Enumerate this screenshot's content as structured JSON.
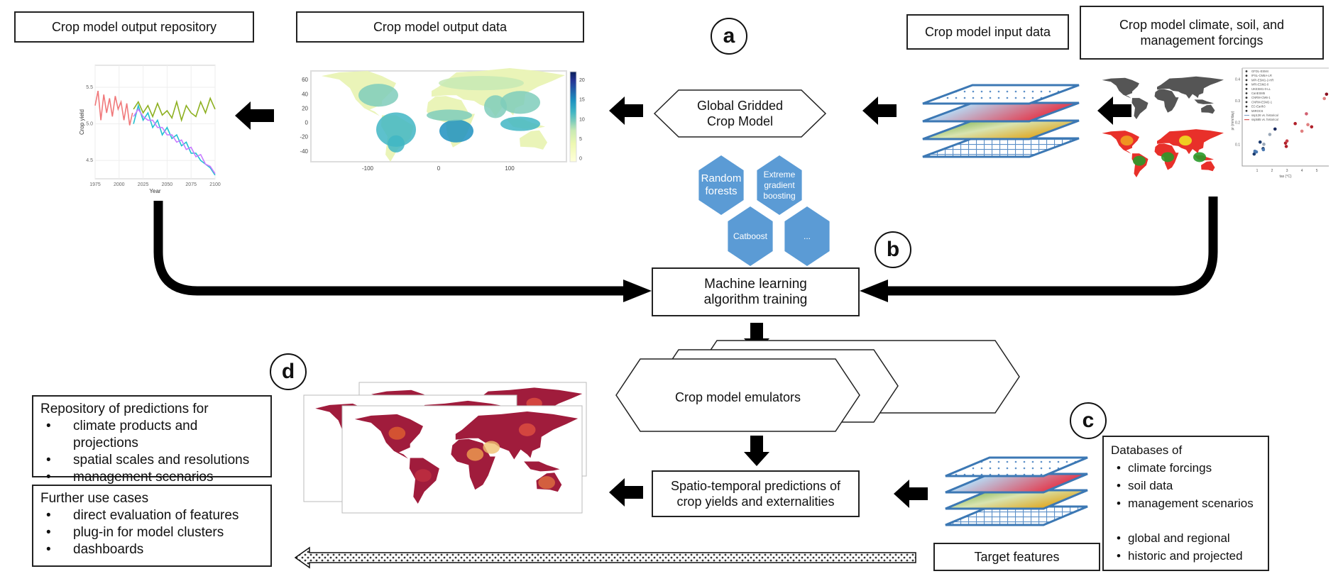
{
  "labels": {
    "output_repository": "Crop model output repository",
    "output_data": "Crop model output data",
    "input_data": "Crop model input data",
    "forcings": "Crop model climate, soil, and management forcings",
    "gggm_line1": "Global Gridded",
    "gggm_line2": "Crop Model",
    "ml_line1": "Machine learning",
    "ml_line2": "algorithm training",
    "emulators": "Crop model emulators",
    "pred_line1": "Spatio-temporal predictions of",
    "pred_line2": "crop yields and externalities",
    "target_features": "Target features",
    "panel_a": "a",
    "panel_b": "b",
    "panel_c": "c",
    "panel_d": "d"
  },
  "algorithms": [
    "Random forests",
    "Extreme gradient boosting",
    "Catboost",
    "..."
  ],
  "repository_box": {
    "title": "Repository of predictions for",
    "items": [
      "climate products and projections",
      "spatial scales and resolutions",
      "management scenarios"
    ]
  },
  "use_cases_box": {
    "title": "Further use cases",
    "items": [
      "direct evaluation of features",
      "plug-in for model clusters",
      "dashboards"
    ]
  },
  "databases_box": {
    "title": "Databases of",
    "items": [
      "climate forcings",
      "soil data",
      "management scenarios",
      "global and regional",
      "historic and projected"
    ]
  },
  "colors": {
    "hexagon_blue": "#5b9bd5",
    "layer_outline": "#3c78b4",
    "arrow": "#000000",
    "historical": "#f0787a",
    "green_series": "#8db020",
    "cyan_series": "#22c0d0",
    "purple_series": "#c77cff"
  },
  "chart_data": [
    {
      "type": "line",
      "xlabel": "Year",
      "ylabel": "Crop yield",
      "xticks": [
        1975,
        2000,
        2025,
        2050,
        2075,
        2100
      ],
      "yticks": [
        4.5,
        5.0,
        5.5
      ],
      "xlim": [
        1975,
        2100
      ],
      "ylim": [
        4.25,
        5.8
      ],
      "grid": true,
      "series": [
        {
          "color": "#f0787a",
          "x": [
            1975,
            1978,
            1981,
            1984,
            1987,
            1990,
            1993,
            1996,
            1999,
            2002,
            2005,
            2008,
            2011,
            2014
          ],
          "values": [
            5.25,
            5.45,
            5.05,
            5.4,
            5.15,
            5.35,
            5.1,
            5.38,
            5.2,
            5.3,
            5.05,
            5.28,
            4.98,
            5.15
          ]
        },
        {
          "color": "#8db020",
          "x": [
            2015,
            2020,
            2025,
            2030,
            2035,
            2040,
            2045,
            2050,
            2055,
            2060,
            2065,
            2070,
            2075,
            2080,
            2085,
            2090,
            2095,
            2100
          ],
          "values": [
            5.2,
            5.3,
            5.15,
            5.25,
            5.1,
            5.28,
            5.12,
            5.18,
            5.08,
            5.3,
            5.05,
            5.25,
            5.15,
            5.1,
            5.3,
            5.15,
            5.35,
            5.2
          ]
        },
        {
          "color": "#22c0d0",
          "x": [
            2015,
            2020,
            2025,
            2030,
            2035,
            2040,
            2045,
            2050,
            2055,
            2060,
            2065,
            2070,
            2075,
            2080,
            2085,
            2090,
            2095,
            2100
          ],
          "values": [
            5.0,
            5.25,
            5.05,
            5.15,
            4.95,
            5.05,
            4.85,
            4.95,
            4.8,
            4.85,
            4.7,
            4.75,
            4.6,
            4.6,
            4.5,
            4.45,
            4.4,
            4.3
          ]
        },
        {
          "color": "#c77cff",
          "x": [
            2015,
            2020,
            2025,
            2030,
            2035,
            2040,
            2045,
            2050,
            2055,
            2060,
            2065,
            2070,
            2075,
            2080,
            2085,
            2090,
            2095,
            2100
          ],
          "values": [
            5.1,
            5.2,
            5.1,
            5.05,
            5.05,
            4.95,
            4.95,
            4.85,
            4.85,
            4.75,
            4.78,
            4.65,
            4.68,
            4.55,
            4.58,
            4.45,
            4.42,
            4.32
          ]
        }
      ]
    },
    {
      "type": "heatmap",
      "xticks": [
        -100,
        0,
        100
      ],
      "yticks": [
        60,
        40,
        20,
        0,
        -20,
        -40
      ],
      "colorbar_ticks": [
        0,
        5,
        10,
        15,
        20
      ],
      "colorbar_range": [
        -1,
        22
      ],
      "colorscale": [
        "#ffffd9",
        "#edf8b1",
        "#c7e9b4",
        "#7fcdbb",
        "#41b6c4",
        "#1d91c0",
        "#225ea8",
        "#253494",
        "#081d58"
      ]
    },
    {
      "type": "scatter",
      "xlabel": "tas (°C)",
      "ylabel": "pr (mm/day)",
      "xticks": [
        1,
        2,
        3,
        4,
        5
      ],
      "yticks": [
        0.1,
        0.2,
        0.3,
        0.4
      ],
      "xlim": [
        0,
        5.8
      ],
      "ylim": [
        0,
        0.45
      ],
      "legend": [
        "GFDL-ESM4",
        "IPSL-CM6A-LR",
        "MPI-ESM1-2-HR",
        "MRI-ESM2-0",
        "UKESM1-0-LL",
        "CanESM5",
        "CNRM-CM6-1",
        "CNRM-ESM2-1",
        "EC-Earth3",
        "MIROC6",
        "ssp126 vs. historical",
        "ssp585 vs. historical"
      ],
      "legend_position": "top-left",
      "points": [
        {
          "x": 0.8,
          "y": 0.055,
          "c": "#1a3a6e"
        },
        {
          "x": 0.85,
          "y": 0.068,
          "c": "#4a78b0"
        },
        {
          "x": 0.95,
          "y": 0.065,
          "c": "#4a78b0"
        },
        {
          "x": 1.2,
          "y": 0.11,
          "c": "#1a3a6e"
        },
        {
          "x": 1.4,
          "y": 0.08,
          "c": "#1a3a6e"
        },
        {
          "x": 1.42,
          "y": 0.075,
          "c": "#4a78b0"
        },
        {
          "x": 1.45,
          "y": 0.1,
          "c": "#9aa8b8"
        },
        {
          "x": 1.85,
          "y": 0.145,
          "c": "#9aa8b8"
        },
        {
          "x": 2.2,
          "y": 0.17,
          "c": "#1a2a5e"
        },
        {
          "x": 2.9,
          "y": 0.105,
          "c": "#b0202a"
        },
        {
          "x": 3.0,
          "y": 0.115,
          "c": "#c84048"
        },
        {
          "x": 2.95,
          "y": 0.09,
          "c": "#b0202a"
        },
        {
          "x": 3.55,
          "y": 0.195,
          "c": "#b0202a"
        },
        {
          "x": 4.0,
          "y": 0.16,
          "c": "#e08080"
        },
        {
          "x": 4.3,
          "y": 0.24,
          "c": "#d06070"
        },
        {
          "x": 4.4,
          "y": 0.19,
          "c": "#e08080"
        },
        {
          "x": 4.65,
          "y": 0.18,
          "c": "#b0202a"
        },
        {
          "x": 5.5,
          "y": 0.31,
          "c": "#e08080"
        },
        {
          "x": 5.65,
          "y": 0.33,
          "c": "#8a1020"
        }
      ]
    }
  ]
}
